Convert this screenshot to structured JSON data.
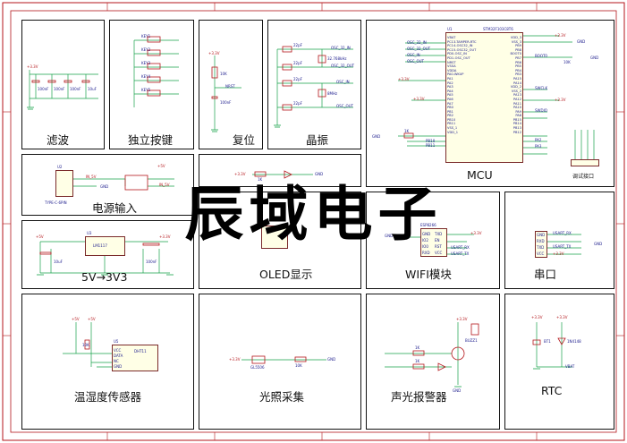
{
  "watermark": "辰域电子",
  "blocks": {
    "filter": "滤波",
    "keys": "独立按键",
    "reset": "复位",
    "crystal": "晶振",
    "mcu": "MCU",
    "power_in": "电源输入",
    "ldo": "5V→3V3",
    "oled": "OLED显示",
    "wifi": "WIFI模块",
    "uart": "串口",
    "dht": "温湿度传感器",
    "light": "光照采集",
    "alarm": "声光报警器",
    "rtc": "RTC",
    "debug": "调试接口"
  },
  "nets": {
    "v33": "+3.3V",
    "v5": "+5V",
    "gnd": "GND",
    "vbat": "VBAT",
    "nrst": "NRST",
    "boot0": "BOOT0",
    "swclk": "SWCLK",
    "swdio": "SWDIO",
    "osc_in": "OSC_32_IN",
    "osc_out": "OSC_32_OUT",
    "osc2_in": "OSC_IN",
    "osc2_out": "OSC_OUT",
    "in5v": "IN_5V",
    "pb10": "PB10",
    "pb11": "PB11",
    "pa2": "PA2",
    "pa3": "PA3",
    "usart_rx": "USART_RX",
    "usart_tx": "USART_TX"
  },
  "parts": {
    "mcu": "STM32F103C8T6",
    "mcu_ref": "U1",
    "ldo": "LM1117",
    "ldo_ref": "U3",
    "usb": "TYPE-C-6PIN",
    "usb_ref": "U2",
    "wifi": "ESP8266",
    "dht": "DHT11",
    "dht_ref": "U5",
    "ldr": "GL5506",
    "buzzer": "BUZZ1",
    "xtal1": "32.768kHz",
    "xtal2": "8MHz",
    "battery": "BT1",
    "diode": "1N4148",
    "r_10k": "10K",
    "r_1k": "1K",
    "c_100nf": "100nF",
    "c_22pf": "22pF",
    "c_10uf": "10uF"
  },
  "keys": [
    "KEY1",
    "KEY2",
    "KEY3",
    "KEY4",
    "KEY5"
  ],
  "uart_pins": [
    "GND",
    "RXD",
    "TXD",
    "VCC"
  ],
  "wifi_pins": [
    "GND",
    "IO2",
    "IO0",
    "RXD",
    "TXD",
    "EN",
    "RST",
    "VCC"
  ],
  "dht_pins": [
    "VCC",
    "DATA",
    "NC",
    "GND"
  ],
  "mcu_left_pins": "VBAT\nPC13-TAMPER-RTC\nPC14-OSC32_IN\nPC15-OSC32_OUT\nPD0-OSC_IN\nPD1-OSC_OUT\nNRST\nVSSA\nVDDA\nPA0-WKUP\nPA1\nPA2\nPA3\nPA4\nPA5\nPA6\nPA7\nPB0\nPB1\nPB2\nPB10\nPB11\nVSS_1\nVDD_1",
  "mcu_right_pins": "VDD_3\nVSS_3\nPB9\nPB8\nBOOT0\nPB7\nPB6\nPB5\nPB4\nPB3\nPA15\nPA14\nVDD_2\nVSS_2\nPA13\nPA12\nPA11\nPA10\nPA9\nPA8\nPB15\nPB14\nPB13\nPB12"
}
